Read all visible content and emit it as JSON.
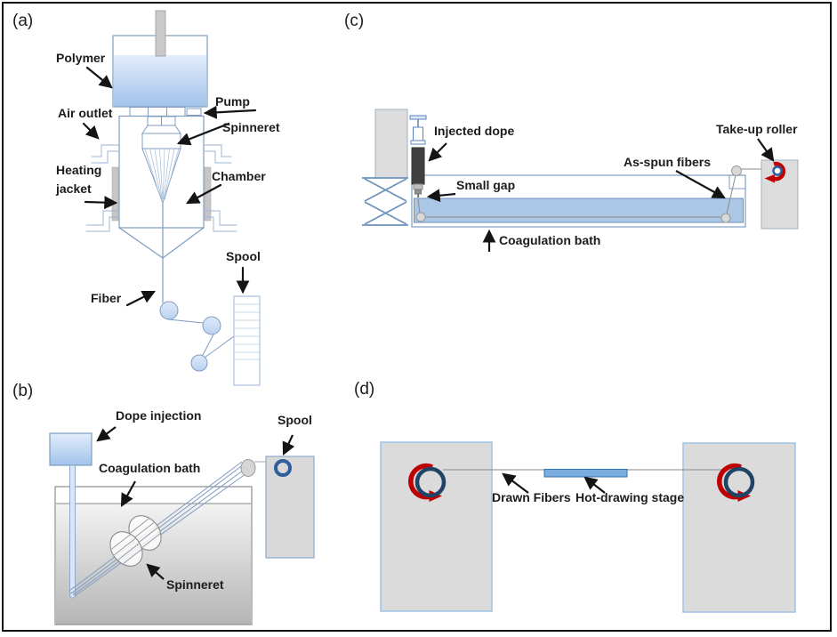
{
  "a": {
    "tag": "(a)",
    "polymer": "Polymer",
    "pump": "Pump",
    "air_outlet": "Air outlet",
    "spinneret": "Spinneret",
    "heating_jacket": "Heating jacket",
    "chamber": "Chamber",
    "fiber": "Fiber",
    "spool": "Spool"
  },
  "b": {
    "tag": "(b)",
    "dope_injection": "Dope injection",
    "coagulation_bath": "Coagulation bath",
    "spinneret": "Spinneret",
    "spool": "Spool"
  },
  "c": {
    "tag": "(c)",
    "injected_dope": "Injected dope",
    "small_gap": "Small gap",
    "coagulation_bath": "Coagulation bath",
    "as_spun_fibers": "As-spun fibers",
    "take_up_roller": "Take-up roller"
  },
  "d": {
    "tag": "(d)",
    "drawn_fibers": "Drawn Fibers",
    "hot_drawing_stage": "Hot-drawing stage"
  },
  "colors": {
    "outline_blue": "#7f9cc0",
    "liquid_blue": "#abc7e5",
    "panel_gray": "#dbdbdb",
    "rotation_red": "#c00000",
    "roller_navy": "#1f4466",
    "dope_dark": "#404040",
    "frame_black": "#101010"
  }
}
